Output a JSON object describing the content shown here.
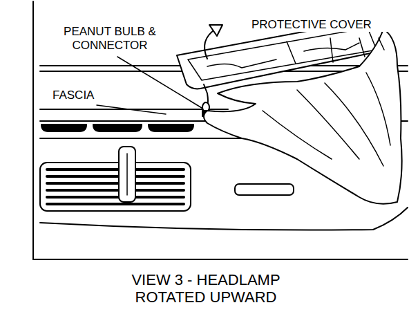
{
  "diagram": {
    "caption": "VIEW 3 - HEADLAMP ROTATED UPWARD",
    "labels": [
      "PEANUT BULB & CONNECTOR",
      "PROTECTIVE COVER",
      "FASCIA"
    ]
  }
}
